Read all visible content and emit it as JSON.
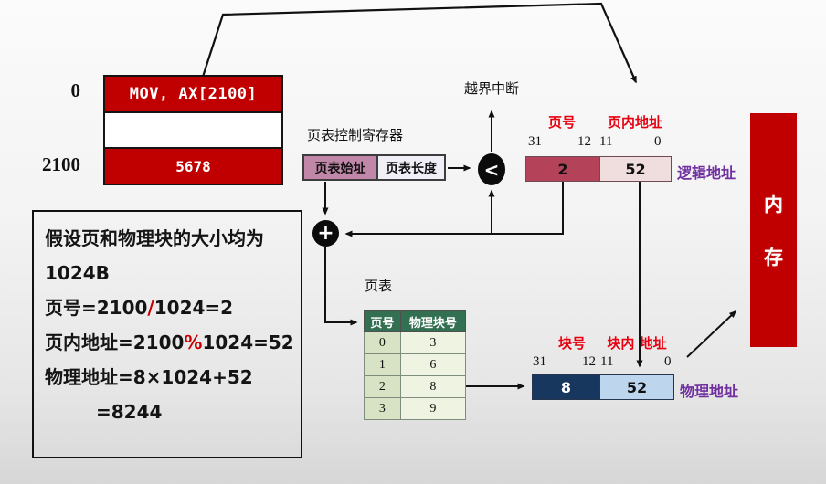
{
  "program_box": {
    "addr_top": "0",
    "addr_bottom": "2100",
    "instruction": "MOV, AX[2100]",
    "data_value": "5678"
  },
  "explanation": {
    "line1": "假设页和物理块的大小均为",
    "line2": "1024B",
    "formula_page": {
      "pre": "页号=2100",
      "op": "/",
      "post": "1024=2"
    },
    "formula_offset": {
      "pre": "页内地址=2100",
      "op": "%",
      "post": "1024=52"
    },
    "formula_physical": "物理地址=8×1024+52",
    "formula_result": "=8244"
  },
  "control_register": {
    "title": "页表控制寄存器",
    "start_label": "页表始址",
    "length_label": "页表长度"
  },
  "comparator": {
    "symbol": "<",
    "interrupt_label": "越界中断"
  },
  "adder": {
    "symbol": "+"
  },
  "logical_address": {
    "page_label": "页号",
    "offset_label": "页内地址",
    "bit31": "31",
    "bit12": "12",
    "bit11": "11",
    "bit0": "0",
    "page_value": "2",
    "offset_value": "52",
    "label": "逻辑地址"
  },
  "physical_address": {
    "block_label": "块号",
    "offset_label": "块内 地址",
    "bit31": "31",
    "bit12": "12",
    "bit11": "11",
    "bit0": "0",
    "block_value": "8",
    "offset_value": "52",
    "label": "物理地址"
  },
  "page_table": {
    "title": "页表",
    "headers": [
      "页号",
      "物理块号"
    ],
    "rows": [
      [
        "0",
        "3"
      ],
      [
        "1",
        "6"
      ],
      [
        "2",
        "8"
      ],
      [
        "3",
        "9"
      ]
    ]
  },
  "memory_bar": {
    "char1": "内",
    "char2": "存"
  },
  "colors": {
    "red": "#c00000",
    "page_field": "#b4435a",
    "page_offset_field": "#f0dede",
    "block_field": "#17375e",
    "block_offset_field": "#bdd6ee",
    "table_header_green": "#336f51",
    "purple_label": "#7030a0",
    "red_label": "#e80010",
    "register_start": "#c187a9",
    "register_length": "#f0eef7"
  }
}
